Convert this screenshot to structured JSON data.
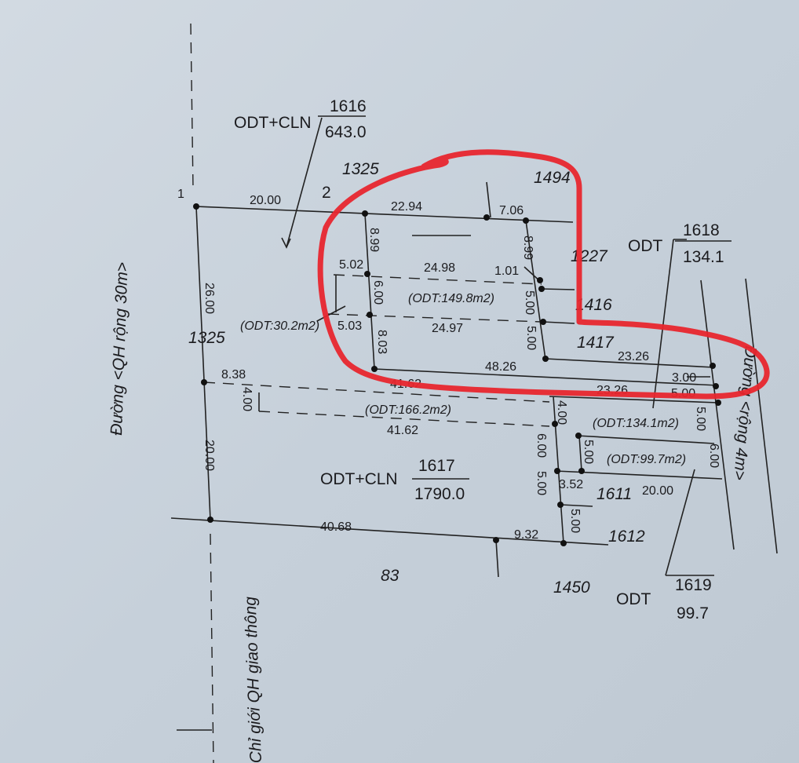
{
  "map": {
    "parcels": {
      "p1616": {
        "type": "ODT+CLN",
        "number": "1616",
        "area": "643.0"
      },
      "p1617": {
        "type": "ODT+CLN",
        "number": "1617",
        "area": "1790.0"
      },
      "p1618": {
        "type": "ODT",
        "number": "1618",
        "area": "134.1"
      },
      "p1619": {
        "type": "ODT",
        "number": "1619",
        "area": "99.7"
      }
    },
    "neighbor_numbers": [
      "1325",
      "1325",
      "1494",
      "1227",
      "1416",
      "1417",
      "1611",
      "1612",
      "83",
      "1450"
    ],
    "corner_labels": [
      "1",
      "2"
    ],
    "sub_areas": [
      "(ODT:149.8m2)",
      "(ODT:30.2m2)",
      "(ODT:166.2m2)",
      "(ODT:134.1m2)",
      "(ODT:99.7m2)"
    ],
    "dimensions": [
      "20.00",
      "22.94",
      "7.06",
      "8.99",
      "5.02",
      "24.98",
      "1.01",
      "8.99",
      "6.00",
      "5.00",
      "5.03",
      "24.97",
      "8.03",
      "5.00",
      "26.00",
      "23.26",
      "48.26",
      "3.00",
      "8.38",
      "4.00",
      "41.62",
      "23.26",
      "5.00",
      "41.62",
      "4.00",
      "6.00",
      "5.00",
      "5.00",
      "5.00",
      "3.52",
      "20.00",
      "20.00",
      "40.68",
      "9.32",
      "5.00",
      "6.00"
    ],
    "roads": {
      "left": "Đường <QH rộng 30m>",
      "right": "Đường <rộng 4m>",
      "bottom": "Chỉ giới QH giao thông"
    },
    "highlight_color": "#e8262e"
  }
}
